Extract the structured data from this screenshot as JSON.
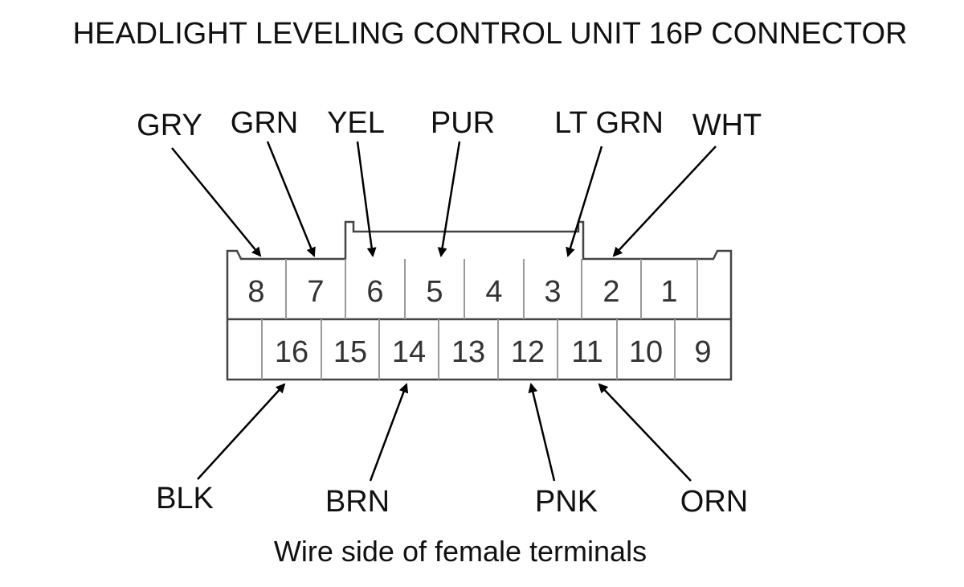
{
  "title": "HEADLIGHT LEVELING CONTROL UNIT 16P CONNECTOR",
  "caption": "Wire side of female terminals",
  "top_row_pins": [
    "8",
    "7",
    "6",
    "5",
    "4",
    "3",
    "2",
    "1"
  ],
  "bottom_row_pins": [
    "16",
    "15",
    "14",
    "13",
    "12",
    "11",
    "10",
    "9"
  ],
  "top_wires": [
    {
      "label": "GRY",
      "pin": "8"
    },
    {
      "label": "GRN",
      "pin": "7"
    },
    {
      "label": "YEL",
      "pin": "6"
    },
    {
      "label": "PUR",
      "pin": "5"
    },
    {
      "label": "LT GRN",
      "pin": "3"
    },
    {
      "label": "WHT",
      "pin": "2"
    }
  ],
  "bottom_wires": [
    {
      "label": "BLK",
      "pin": "16"
    },
    {
      "label": "BRN",
      "pin": "14"
    },
    {
      "label": "PNK",
      "pin": "12"
    },
    {
      "label": "ORN",
      "pin": "11"
    }
  ]
}
